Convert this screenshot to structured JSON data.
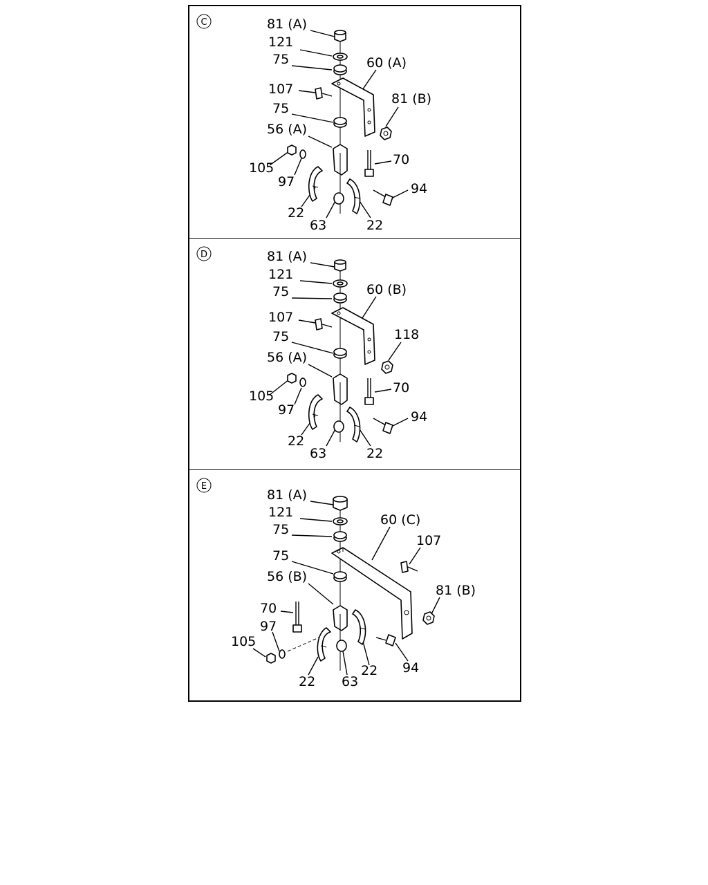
{
  "panels": [
    {
      "id": "C",
      "labels": {
        "nut_top": "81 (A)",
        "washer": "121",
        "bushing_upper": "75",
        "bracket": "60 (A)",
        "bolt_107": "107",
        "side_nut": "81 (B)",
        "bushing_lower": "75",
        "hanger": "56 (A)",
        "bolt_70": "70",
        "nut_105": "105",
        "washer_97": "97",
        "bolt_94": "94",
        "clamp_left": "22",
        "collar": "63",
        "clamp_right": "22"
      }
    },
    {
      "id": "D",
      "labels": {
        "nut_top": "81 (A)",
        "washer": "121",
        "bushing_upper": "75",
        "bracket": "60 (B)",
        "bolt_107": "107",
        "side_nut": "118",
        "bushing_lower": "75",
        "hanger": "56 (A)",
        "bolt_70": "70",
        "nut_105": "105",
        "washer_97": "97",
        "bolt_94": "94",
        "clamp_left": "22",
        "collar": "63",
        "clamp_right": "22"
      }
    },
    {
      "id": "E",
      "labels": {
        "nut_top": "81 (A)",
        "washer": "121",
        "bushing_upper": "75",
        "bracket": "60 (C)",
        "bolt_107": "107",
        "side_nut": "81 (B)",
        "bushing_lower": "75",
        "hanger": "56 (B)",
        "bolt_70": "70",
        "nut_105": "105",
        "washer_97": "97",
        "bolt_94": "94",
        "clamp_left": "22",
        "collar": "63",
        "clamp_right": "22"
      }
    }
  ]
}
